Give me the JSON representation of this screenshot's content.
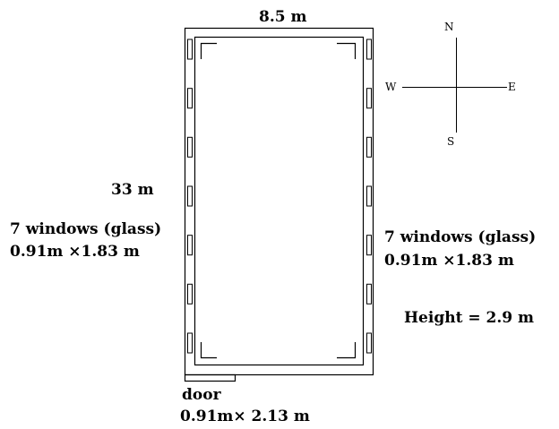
{
  "building": {
    "width_label": "8.5 m",
    "length_label": "33 m",
    "height_label": "Height = 2.9 m",
    "windows_per_side": 7
  },
  "left_windows": {
    "count_label": "7 windows (glass)",
    "size_label": "0.91m ×1.83 m"
  },
  "right_windows": {
    "count_label": "7 windows (glass)",
    "size_label": "0.91m ×1.83 m"
  },
  "door": {
    "label": "door",
    "size_label": "0.91m× 2.13 m"
  },
  "compass": {
    "north": "N",
    "south": "S",
    "east": "E",
    "west": "W"
  }
}
